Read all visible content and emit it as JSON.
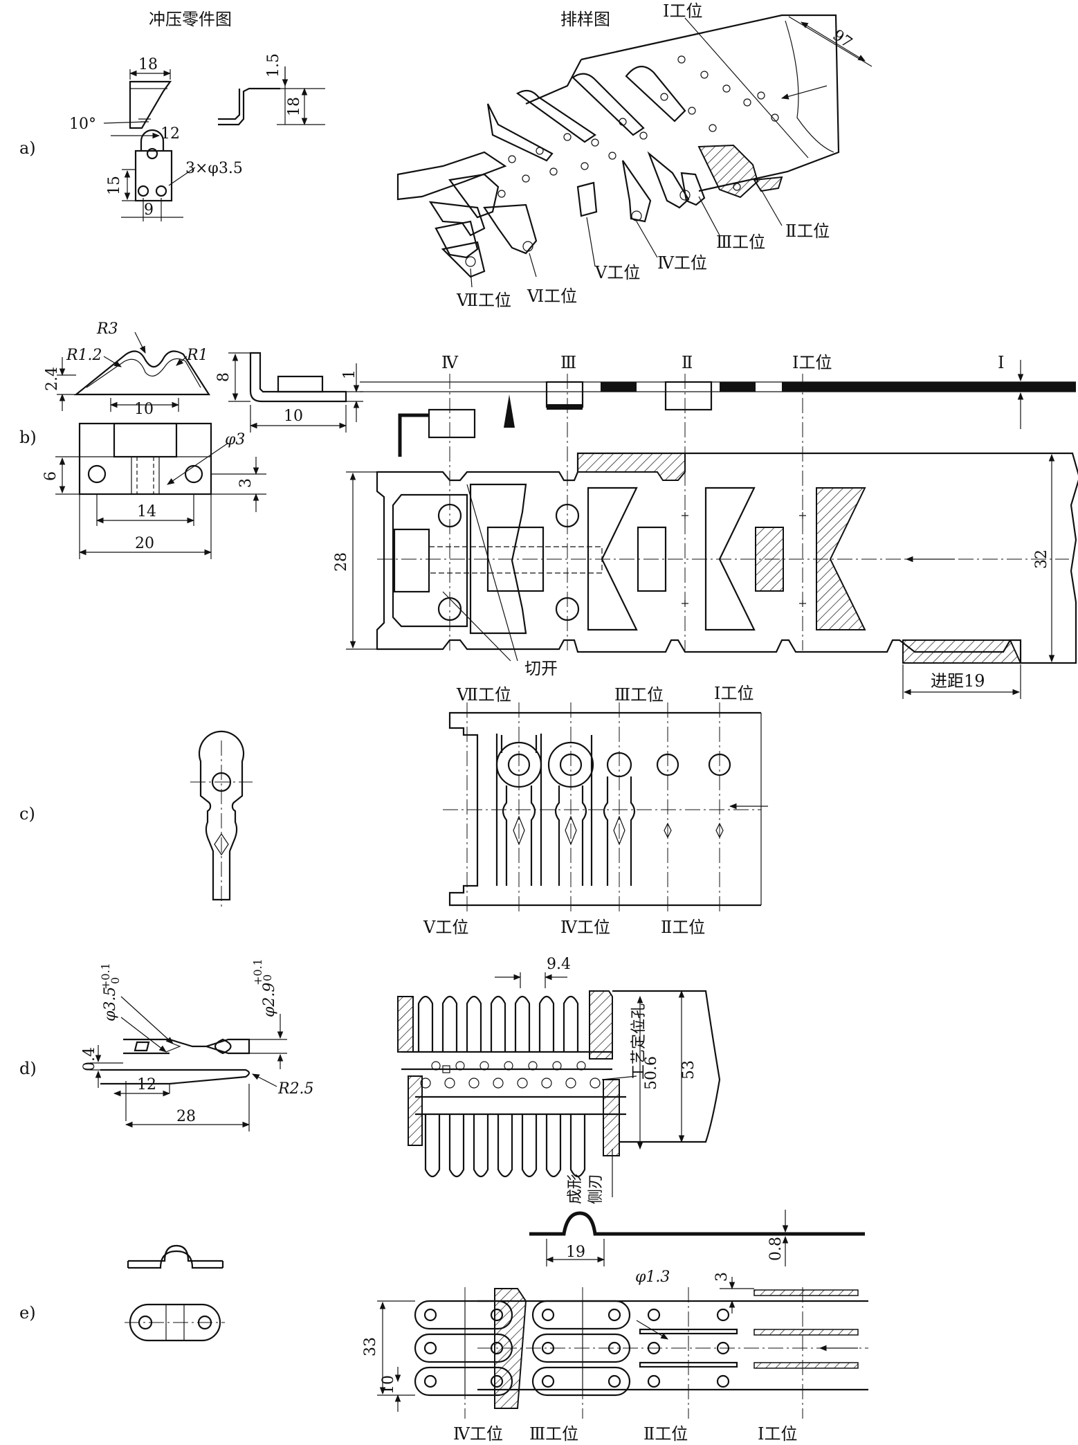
{
  "headers": {
    "part": "冲压零件图",
    "layout": "排样图"
  },
  "row_labels": [
    "a)",
    "b)",
    "c)",
    "d)",
    "e)"
  ],
  "a": {
    "dims": [
      "18",
      "1.5",
      "18",
      "10°",
      "12",
      "15",
      "9",
      "3×φ3.5",
      "97"
    ],
    "stations": [
      "Ⅰ工位",
      "Ⅱ工位",
      "Ⅲ工位",
      "Ⅳ工位",
      "Ⅴ工位",
      "Ⅵ工位",
      "Ⅶ工位"
    ]
  },
  "b": {
    "dims": [
      "R3",
      "R1.2",
      "R1",
      "2.4",
      "10",
      "8",
      "1",
      "10",
      "φ3",
      "6",
      "3",
      "14",
      "20",
      "28",
      "32"
    ],
    "strip_marks": [
      "Ⅳ",
      "Ⅲ",
      "Ⅱ",
      "Ⅰ工位",
      "Ⅰ"
    ],
    "cut_note": "切开",
    "pitch": "进距19"
  },
  "c": {
    "top_stations": [
      "Ⅶ工位",
      "Ⅲ工位",
      "Ⅰ工位"
    ],
    "bottom_stations": [
      "Ⅴ工位",
      "Ⅳ工位",
      "Ⅱ工位"
    ]
  },
  "d": {
    "dims": [
      "φ3.5",
      "+0.1",
      "0",
      "φ2.9",
      "+0.1",
      "0",
      "0.4",
      "12",
      "28",
      "R2.5",
      "9.4",
      "50.6",
      "53"
    ],
    "notes": [
      "工艺定位孔",
      "成形",
      "侧刃"
    ]
  },
  "e": {
    "dims": [
      "19",
      "0.8",
      "φ1.3",
      "3",
      "33",
      "10"
    ],
    "stations": [
      "Ⅳ工位",
      "Ⅲ工位",
      "Ⅱ工位",
      "Ⅰ工位"
    ]
  }
}
